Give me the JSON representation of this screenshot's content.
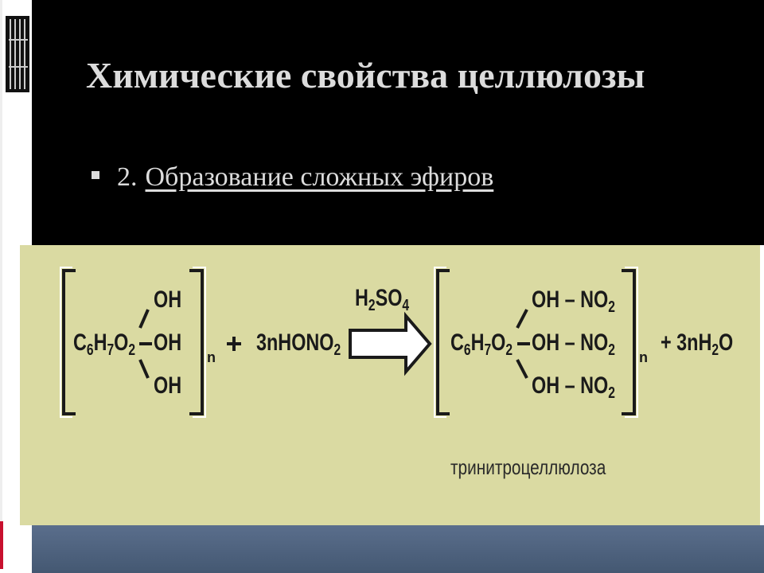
{
  "slide": {
    "title": "Химические свойства целлюлозы",
    "bullet": {
      "number": "2.",
      "text": "Образование сложных эфиров"
    }
  },
  "reaction": {
    "reactant_core": [
      "C",
      "6",
      "H",
      "7",
      "O",
      "2"
    ],
    "hydroxyl": "OH",
    "dash": "–",
    "subscript_n": "n",
    "plus": "+",
    "reagent": [
      "3nHONO",
      "2"
    ],
    "catalyst": [
      "H",
      "2",
      "SO",
      "4"
    ],
    "product_group": [
      "OH – NO",
      "2"
    ],
    "byproduct": [
      "+ 3nH",
      "2",
      "O"
    ],
    "product_name": "тринитроцеллюлоза"
  },
  "colors": {
    "title": "#dcdcdc",
    "slide_background": "#000000",
    "figure_background": "#dadaa2",
    "bottom_bar": "#4f6380"
  }
}
